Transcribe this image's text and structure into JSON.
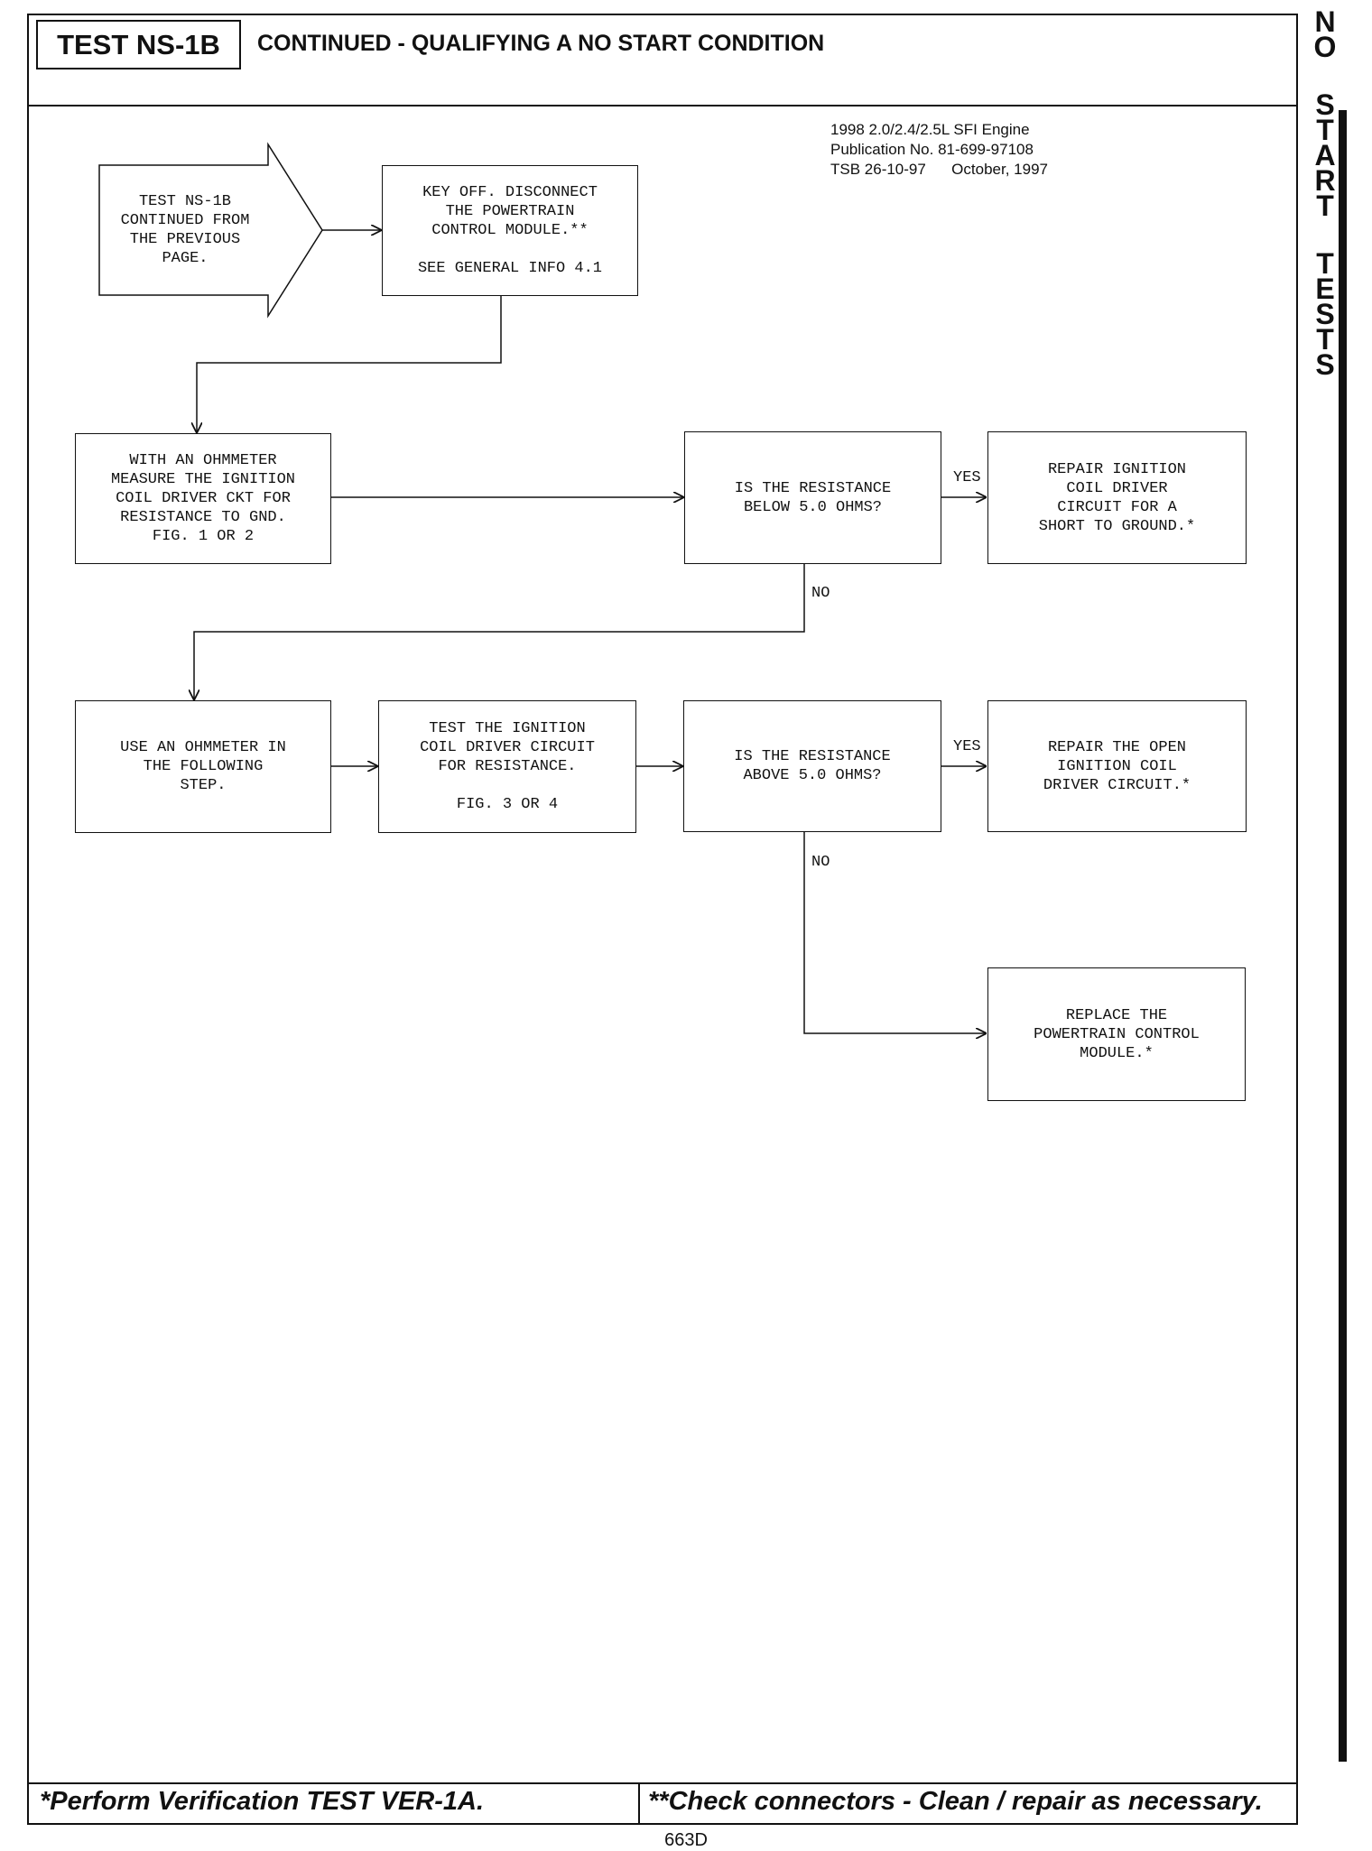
{
  "header": {
    "test_label": "TEST NS-1B",
    "title": "CONTINUED - QUALIFYING A NO START CONDITION"
  },
  "publication": {
    "line1": "1998 2.0/2.4/2.5L SFI Engine",
    "line2": "Publication No. 81-699-97108",
    "line3": "TSB 26-10-97      October, 1997"
  },
  "side_tab": {
    "word1": "N\nO",
    "word2": "S\nT\nA\nR\nT",
    "word3": "T\nE\nS\nT\nS"
  },
  "flowchart": {
    "start_arrow": "TEST NS-1B\nCONTINUED FROM\nTHE PREVIOUS\nPAGE.",
    "step_disconnect": "KEY OFF. DISCONNECT\nTHE POWERTRAIN\nCONTROL MODULE.**\n\nSEE GENERAL INFO 4.1",
    "step_measure_gnd": "WITH AN OHMMETER\nMEASURE THE IGNITION\nCOIL DRIVER CKT FOR\nRESISTANCE TO GND.\nFIG. 1 OR 2",
    "question_below": "IS THE RESISTANCE\nBELOW 5.0 OHMS?",
    "repair_short": "REPAIR IGNITION\nCOIL DRIVER\nCIRCUIT FOR A\nSHORT TO GROUND.*",
    "step_use_ohmmeter": "USE AN OHMMETER IN\nTHE FOLLOWING\nSTEP.",
    "step_test_circuit": "TEST THE IGNITION\nCOIL DRIVER CIRCUIT\nFOR RESISTANCE.\n\nFIG. 3 OR 4",
    "question_above": "IS THE RESISTANCE\nABOVE 5.0 OHMS?",
    "repair_open": "REPAIR THE OPEN\nIGNITION COIL\nDRIVER CIRCUIT.*",
    "replace_pcm": "REPLACE THE\nPOWERTRAIN CONTROL\nMODULE.*",
    "yes_label": "YES",
    "no_label": "NO"
  },
  "footer": {
    "left_note": "*Perform Verification TEST VER-1A.",
    "right_note": "**Check connectors - Clean / repair as necessary.",
    "page_number": "663D"
  }
}
